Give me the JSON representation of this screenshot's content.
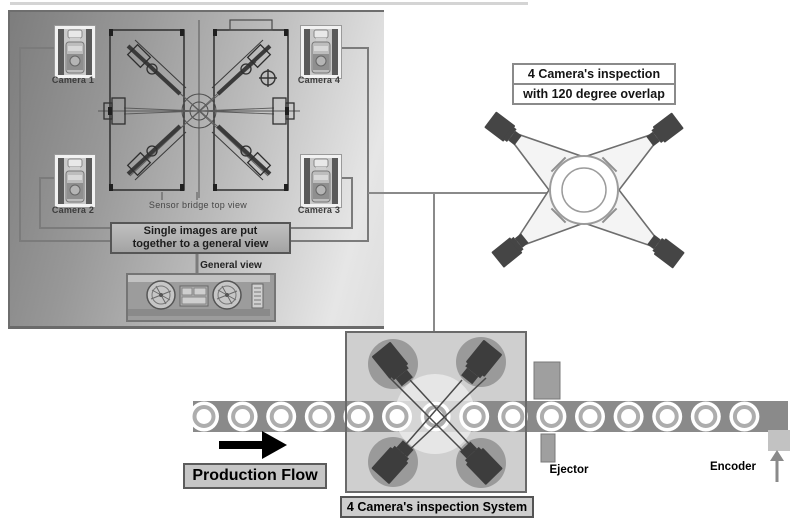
{
  "panel": {
    "camera_labels": [
      "Camera 1",
      "Camera 2",
      "Camera 3",
      "Camera 4"
    ],
    "drawing_caption": "Sensor bridge top view",
    "merge_note": {
      "line1": "Single images are put",
      "line2": "together to a general view"
    },
    "general_view_label": "General view"
  },
  "overlap_diagram": {
    "title_line1": "4 Camera's inspection",
    "title_line2": "with 120 degree overlap"
  },
  "production_line": {
    "flow_label": "Production Flow",
    "system_label": "4 Camera's inspection System",
    "ejector_label": "Ejector",
    "encoder_label": "Encoder"
  },
  "colors": {
    "panel_dark": "#7d7d7d",
    "panel_light": "#e6e6e6",
    "conveyor": "#8a8a8a",
    "camera_body": "#454545",
    "inspection_zone": "#cfcfcf",
    "zone_circle": "#9a9a9a",
    "line": "#6e6e6e",
    "arrow_black": "#000000"
  }
}
